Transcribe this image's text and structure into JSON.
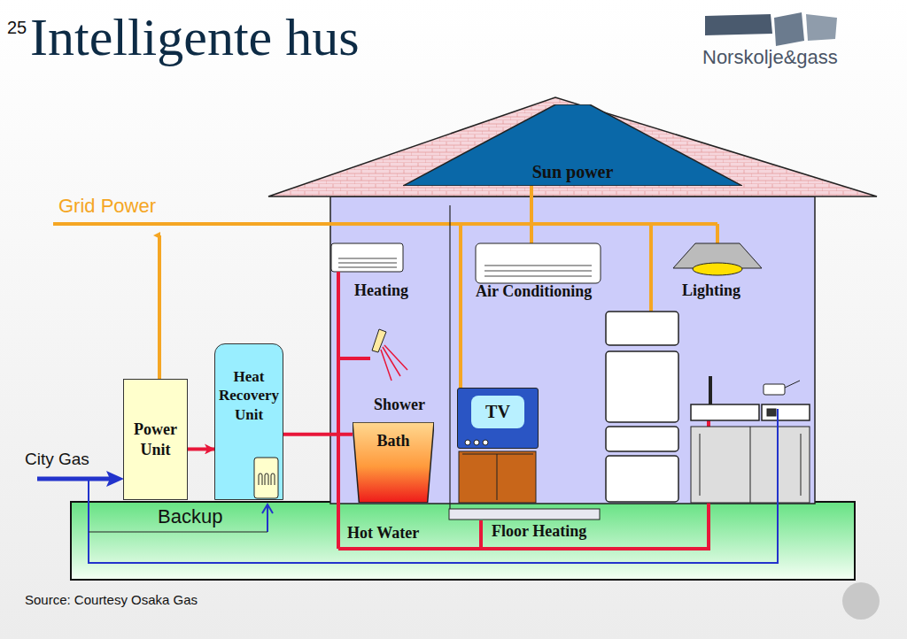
{
  "diagram": {
    "title": "Intelligente hus",
    "caption": "Source: Courtesy Osaka Gas",
    "nodes": [
      {
        "text": [
          "Sun power"
        ]
      },
      {
        "text": [
          "Power Unit"
        ]
      },
      {
        "text": [
          "Heat Recovery Unit"
        ]
      },
      {
        "text": [
          "Bath"
        ]
      },
      {
        "text": [
          "TV"
        ]
      }
    ],
    "edges": [
      {
        "from": 1,
        "to": 2,
        "arrow": "to"
      },
      {
        "from": 2,
        "to": 3,
        "arrow": "none"
      }
    ],
    "labels": [
      "25",
      "Norsk",
      "olje&gass",
      "Grid Power",
      "Heating",
      "Air Conditioning",
      "Lighting",
      "Shower",
      "City Gas",
      "Backup",
      "Hot Water",
      "Floor Heating"
    ]
  }
}
